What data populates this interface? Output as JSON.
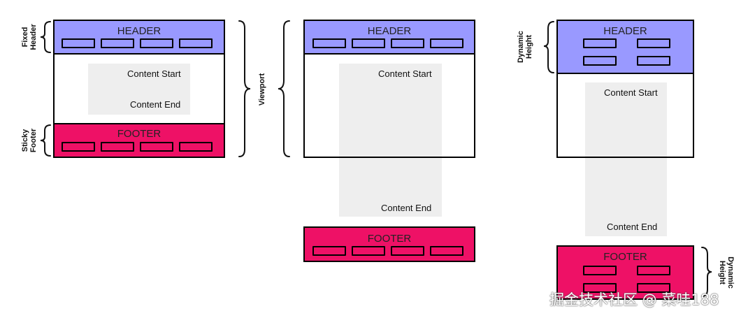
{
  "diagram1": {
    "header": "HEADER",
    "content_start": "Content Start",
    "content_end": "Content End",
    "footer": "FOOTER",
    "label_header": [
      "Fixed",
      "Header"
    ],
    "label_footer": [
      "Sticky",
      "Footer"
    ]
  },
  "viewport_label": "Viewport",
  "diagram2": {
    "header": "HEADER",
    "content_start": "Content Start",
    "content_end": "Content End",
    "footer": "FOOTER"
  },
  "diagram3": {
    "header": "HEADER",
    "content_start": "Content Start",
    "content_end": "Content End",
    "footer": "FOOTER",
    "label_header": [
      "Dynamic",
      "Height"
    ],
    "label_footer": [
      "Dynamic",
      "Height"
    ]
  },
  "watermark": "掘金技术社区 @ 菜哇188",
  "colors": {
    "header_fill": "#9999ff",
    "footer_fill": "#ee1166",
    "content_fill": "#eeeeee"
  }
}
